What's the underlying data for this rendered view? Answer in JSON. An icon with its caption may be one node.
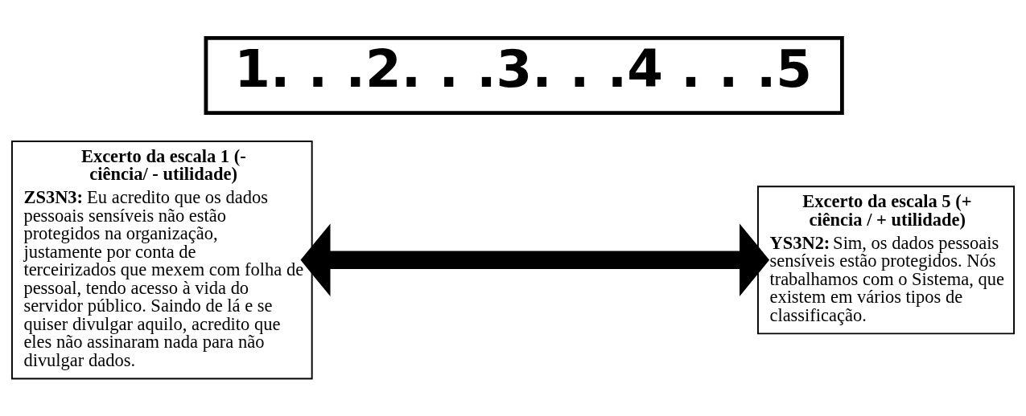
{
  "diagram": {
    "nodes": [
      {
        "text": [
          "1. . .2. . .3. . .4 . . .5"
        ]
      },
      {
        "text": [
          "Excerto da escala 1 (- ciência/ - utilidade)",
          "**ZS3N3:** Eu acredito que os dados pessoais sensíveis não estão protegidos na organização, justamente por conta de terceirizados que mexem com folha de pessoal, tendo acesso à vida do servidor público. Saindo de lá e se quiser divulgar aquilo, acredito que eles não assinaram nada para não divulgar dados."
        ]
      },
      {
        "text": [
          "Excerto da escala 5 (+ ciência / + utilidade)",
          "**YS3N2:** Sim, os dados pessoais sensíveis estão protegidos. Nós trabalhamos com o Sistema, que existem em vários tipos de classificação."
        ]
      }
    ],
    "edges": [
      {
        "from": 1,
        "to": 2,
        "arrow": "both"
      }
    ]
  }
}
